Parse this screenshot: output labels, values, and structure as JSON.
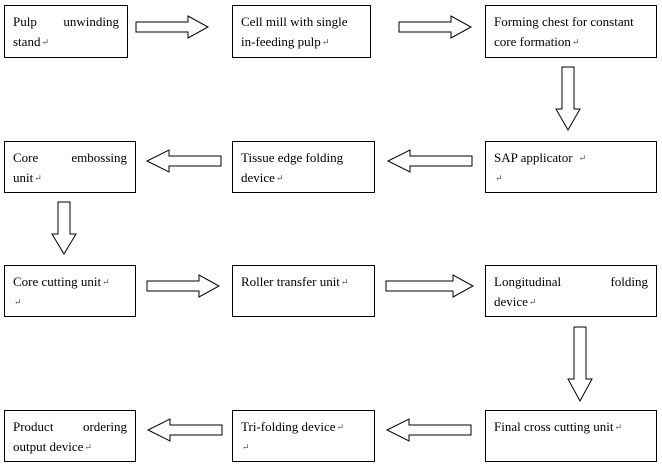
{
  "steps": [
    {
      "lines": [
        "Pulp unwinding",
        "stand"
      ]
    },
    {
      "lines": [
        "Cell mill with single",
        "in-feeding pulp"
      ]
    },
    {
      "lines": [
        "Forming chest for constant",
        "core formation"
      ]
    },
    {
      "lines": [
        "SAP applicator",
        ""
      ]
    },
    {
      "lines": [
        "Tissue edge folding",
        "device"
      ]
    },
    {
      "lines": [
        "Core embossing",
        "unit"
      ]
    },
    {
      "lines": [
        "Core cutting unit",
        ""
      ]
    },
    {
      "lines": [
        "Roller transfer unit",
        ""
      ]
    },
    {
      "lines": [
        "Longitudinal folding",
        "device"
      ]
    },
    {
      "lines": [
        "Final cross cutting unit",
        ""
      ]
    },
    {
      "lines": [
        "Tri-folding device",
        ""
      ]
    },
    {
      "lines": [
        "Product ordering",
        "output device"
      ]
    }
  ],
  "paragraph_mark": "↵",
  "colors": {
    "stroke": "#000000",
    "fill": "#ffffff",
    "mark": "#555555"
  }
}
